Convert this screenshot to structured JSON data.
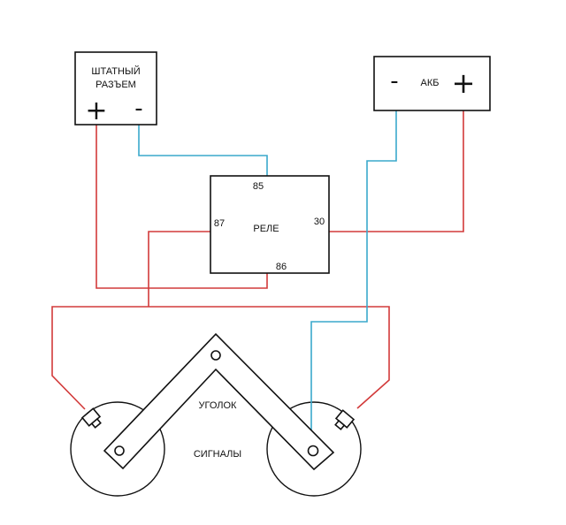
{
  "connector_box": {
    "title_line1": "ШТАТНЫЙ",
    "title_line2": "РАЗЪЕМ",
    "plus": "+",
    "minus": "-"
  },
  "battery_box": {
    "title": "АКБ",
    "minus": "-",
    "plus": "+"
  },
  "relay": {
    "title": "РЕЛЕ",
    "pin_85": "85",
    "pin_87": "87",
    "pin_30": "30",
    "pin_86": "86"
  },
  "bracket_label": "УГОЛОК",
  "horns_label": "СИГНАЛЫ",
  "colors": {
    "positive_wire": "#d23a3a",
    "negative_wire": "#3aa9cc",
    "outline": "#111111"
  }
}
